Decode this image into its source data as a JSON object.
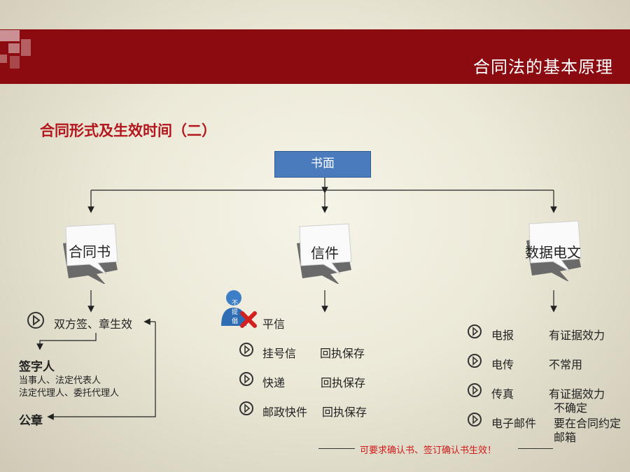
{
  "header": {
    "title": "合同法的基本原理"
  },
  "section_title": "合同形式及生效时间（二）",
  "root": {
    "label": "书面"
  },
  "branches": {
    "left": {
      "label": "合同书",
      "item": "双方签、章生效",
      "signer_title": "签字人",
      "signer_line1": "当事人、法定代表人",
      "signer_line2": "法定代理人、委托代理人",
      "seal_title": "公章"
    },
    "middle": {
      "label": "信件",
      "icon_text1": "不",
      "icon_text2": "提",
      "icon_text3": "倡",
      "rows": [
        {
          "name": "平信",
          "note": ""
        },
        {
          "name": "挂号信",
          "note": "回执保存"
        },
        {
          "name": "快递",
          "note": "回执保存"
        },
        {
          "name": "邮政快件",
          "note": "回执保存"
        }
      ]
    },
    "right": {
      "label": "数据电文",
      "rows": [
        {
          "name": "电报",
          "note": "有证据效力",
          "note2": ""
        },
        {
          "name": "电传",
          "note": "不常用",
          "note2": ""
        },
        {
          "name": "传真",
          "note": "有证据效力",
          "note2": "不确定"
        },
        {
          "name": "电子邮件",
          "note": "要在合同约定",
          "note2": "邮箱"
        }
      ]
    }
  },
  "footnote": "可要求确认书、签订确认书生效！",
  "colors": {
    "header": "#8c0b10",
    "accent": "#b3161c",
    "box": "#4a7bbd",
    "footnote": "#d11a1a"
  }
}
